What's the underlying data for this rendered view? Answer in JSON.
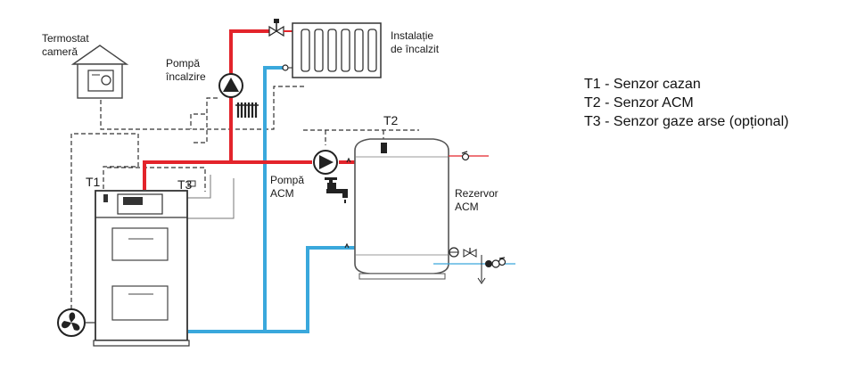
{
  "labels": {
    "thermostat": [
      "Termostat",
      "cameră"
    ],
    "heating_pump": [
      "Pompă",
      "încalzire"
    ],
    "heating_installation": [
      "Instalație",
      "de încalzit"
    ],
    "dhw_pump": [
      "Pompă",
      "ACM"
    ],
    "tank": [
      "Rezervor",
      "ACM"
    ],
    "t1": "T1",
    "t2": "T2",
    "t3": "T3"
  },
  "legend": [
    "T1 - Senzor cazan",
    "T2 - Senzor ACM",
    "T3 - Senzor gaze arse (opțional)"
  ],
  "colors": {
    "supply_pipe": "#e3242b",
    "return_pipe": "#3aa8dc",
    "outline": "#333333",
    "signal_line": "#333333"
  }
}
